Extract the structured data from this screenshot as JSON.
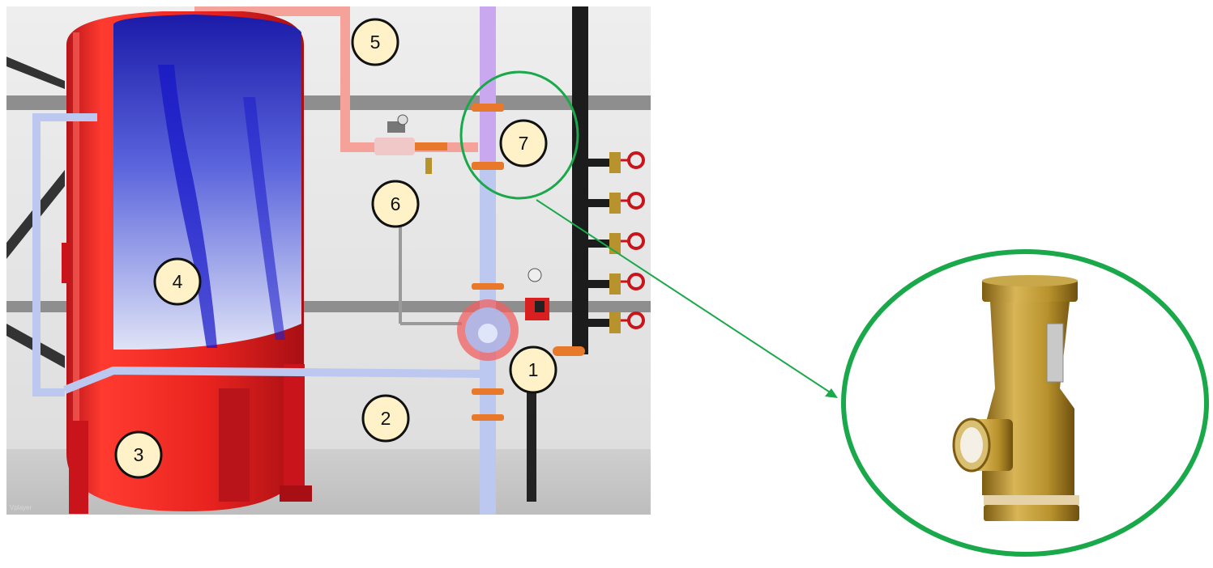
{
  "diagram": {
    "watermark": "Vplayer",
    "callouts": [
      {
        "label": "1"
      },
      {
        "label": "2"
      },
      {
        "label": "3"
      },
      {
        "label": "4"
      },
      {
        "label": "5"
      },
      {
        "label": "6"
      },
      {
        "label": "7"
      }
    ],
    "colors": {
      "tank_red": "#e8231f",
      "water_blue": "#2a2ad8",
      "pipe_pink": "#f4a29a",
      "pipe_blue": "#bcc8f0",
      "highlight_green": "#19a84a",
      "callout_fill": "#fff2c8",
      "brass": "#b8922c",
      "valve_red": "#c8141a"
    }
  }
}
